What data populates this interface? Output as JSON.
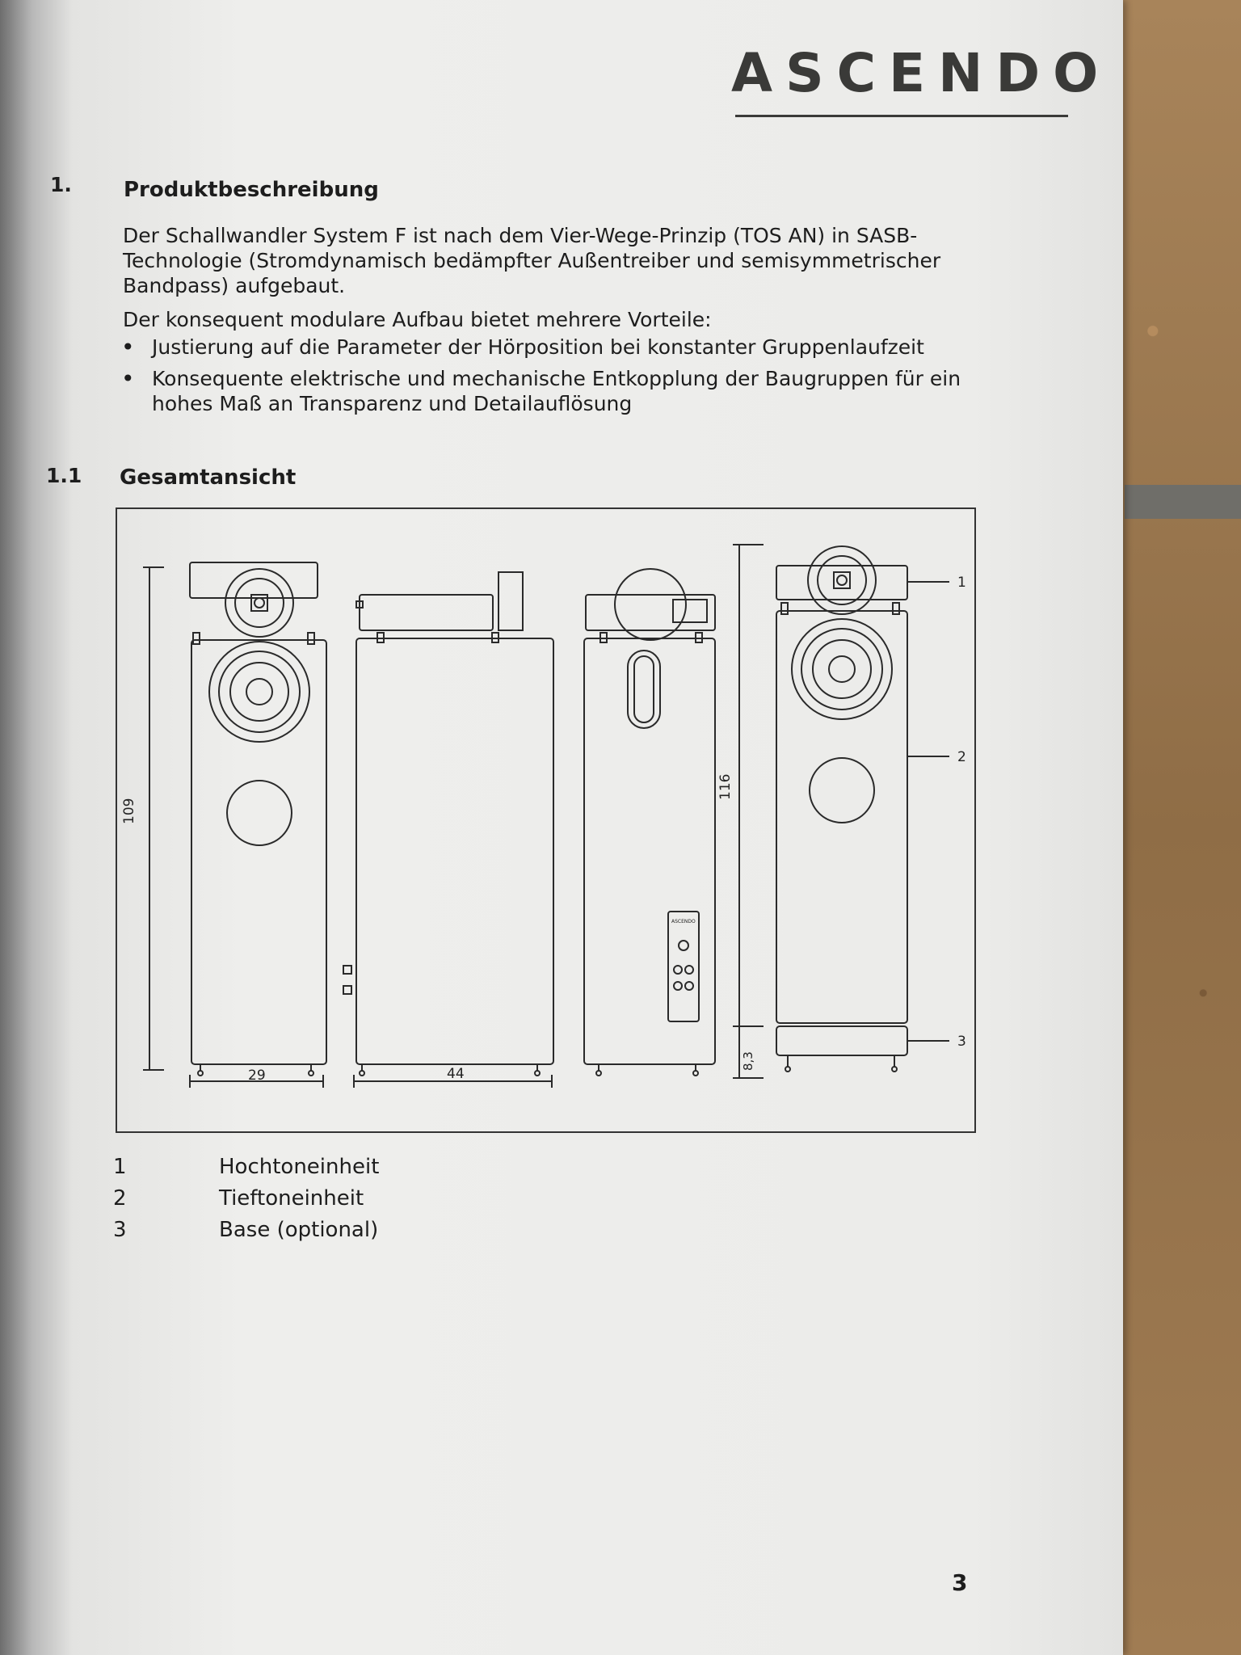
{
  "header": {
    "logo": "ASCENDO"
  },
  "section1": {
    "number": "1.",
    "title": "Produktbeschreibung",
    "intro": "Der Schallwandler System F ist nach dem Vier-Wege-Prinzip (TOS AN) in SASB-Technologie (Stromdynamisch bedämpfter Außentreiber und semisymmetrischer Bandpass) aufgebaut.",
    "advantages_intro": "Der konsequent modulare Aufbau bietet mehrere Vorteile:",
    "bullets": [
      "Justierung auf die Parameter der Hörposition bei konstanter Gruppenlaufzeit",
      "Konsequente elektrische und mechanische Entkopplung der Baugruppen für ein hohes Maß an Transparenz und Detailauflösung"
    ]
  },
  "section11": {
    "number": "1.1",
    "title": "Gesamtansicht"
  },
  "figure": {
    "dim_height_front": "109",
    "dim_width_front": "29",
    "dim_depth_side": "44",
    "dim_height_total": "116",
    "dim_base_height": "8,3",
    "panel_brand": "ASCENDO",
    "callouts": [
      "1",
      "2",
      "3"
    ]
  },
  "legend": [
    {
      "num": "1",
      "label": "Hochtoneinheit"
    },
    {
      "num": "2",
      "label": "Tieftoneinheit"
    },
    {
      "num": "3",
      "label": "Base (optional)"
    }
  ],
  "footer": {
    "page_number": "3"
  }
}
